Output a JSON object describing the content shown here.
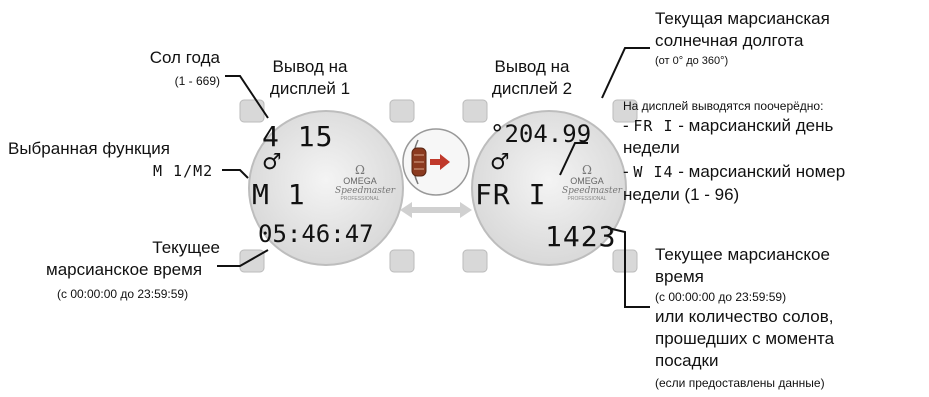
{
  "left": {
    "sol_title": "Сол года",
    "sol_range": "(1 - 669)",
    "output_title_1": "Вывод на",
    "output_title_2": "дисплей 1",
    "function_title": "Выбранная функция",
    "function_glyph_1": "M 1",
    "function_glyph_sep": "/",
    "function_glyph_2": "M2",
    "time_title_1": "Текущее",
    "time_title_2": "марсианское время",
    "time_range": "(с 00:00:00 до 23:59:59)"
  },
  "right": {
    "output_title_1": "Вывод на",
    "output_title_2": "дисплей 2",
    "longitude_title_1": "Текущая марсианская",
    "longitude_title_2": "солнечная долгота",
    "longitude_range": "(от 0° до 360°)",
    "alternating_note": "На дисплей выводятся поочерёдно:",
    "dash_1": "-",
    "fri_glyph": "FR I",
    "day_text_1": "- марсианский день",
    "day_text_2": "недели",
    "dash_2": "-",
    "week_glyph": "W I4",
    "week_text_1": "- марсианский номер",
    "week_text_2": "недели (1 - 96)",
    "time_title_1": "Текущее марсианское",
    "time_title_2": "время",
    "time_range": "(с 00:00:00 до 23:59:59)",
    "sols_text_1": "или количество солов,",
    "sols_text_2": "прошедших с момента",
    "sols_text_3": "посадки",
    "sols_note": "(если предоставлены данные)"
  },
  "watch1": {
    "sol_value": "4 15",
    "mars_symbol": "♂",
    "function_value": "M 1",
    "time_value": "05:46:47",
    "brand_symbol": "Ω",
    "brand": "OMEGA",
    "model": "Speedmaster",
    "subtitle": "PROFESSIONAL"
  },
  "watch2": {
    "longitude_value": "°204.99",
    "mars_symbol": "♂",
    "day_value": "FR I",
    "time_value": "1423",
    "brand_symbol": "Ω",
    "brand": "OMEGA",
    "model": "Speedmaster",
    "subtitle": "PROFESSIONAL"
  },
  "colors": {
    "arrow": "#c0392b",
    "crown": "#a0522d",
    "bezel": "#d9d9d9",
    "swap_arrow": "#d0d0d0"
  }
}
